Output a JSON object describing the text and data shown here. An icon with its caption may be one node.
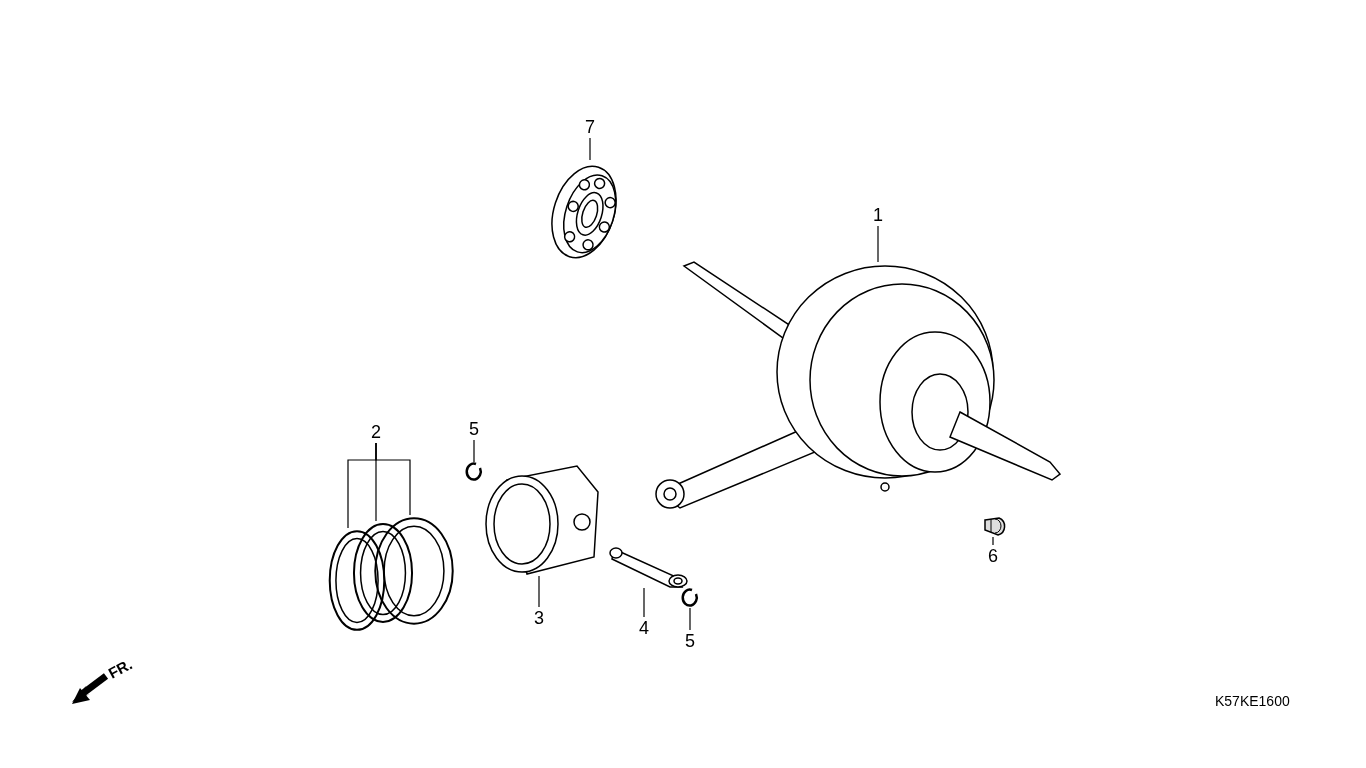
{
  "diagram": {
    "nodes": [
      {
        "text": [
          "7"
        ]
      },
      {
        "text": [],
        "shape": "picture"
      },
      {
        "text": [
          "1"
        ]
      },
      {
        "text": [],
        "shape": "picture"
      },
      {
        "text": [
          "2"
        ]
      },
      {
        "text": [],
        "shape": "picture"
      },
      {
        "text": [],
        "shape": "picture"
      },
      {
        "text": [],
        "shape": "picture"
      },
      {
        "text": [
          "5"
        ]
      },
      {
        "text": [],
        "shape": "picture"
      },
      {
        "text": [
          "3"
        ]
      },
      {
        "text": [],
        "shape": "picture"
      },
      {
        "text": [
          "4"
        ]
      },
      {
        "text": [],
        "shape": "picture"
      },
      {
        "text": [
          "5"
        ]
      },
      {
        "text": [],
        "shape": "picture"
      },
      {
        "text": [
          "6"
        ]
      },
      {
        "text": [],
        "shape": "picture"
      }
    ],
    "edges": [
      {
        "from": 0,
        "to": 1,
        "arrow": "none"
      },
      {
        "from": 2,
        "to": 3,
        "arrow": "none"
      },
      {
        "from": 4,
        "to": 5,
        "arrow": "none"
      },
      {
        "from": 4,
        "to": 6,
        "arrow": "none"
      },
      {
        "from": 4,
        "to": 7,
        "arrow": "none"
      },
      {
        "from": 8,
        "to": 9,
        "arrow": "none"
      },
      {
        "from": 10,
        "to": 11,
        "arrow": "none"
      },
      {
        "from": 12,
        "to": 13,
        "arrow": "none"
      },
      {
        "from": 14,
        "to": 15,
        "arrow": "none"
      },
      {
        "from": 16,
        "to": 17,
        "arrow": "none"
      }
    ],
    "labels": [
      "FR.",
      "K57KE1600"
    ]
  }
}
